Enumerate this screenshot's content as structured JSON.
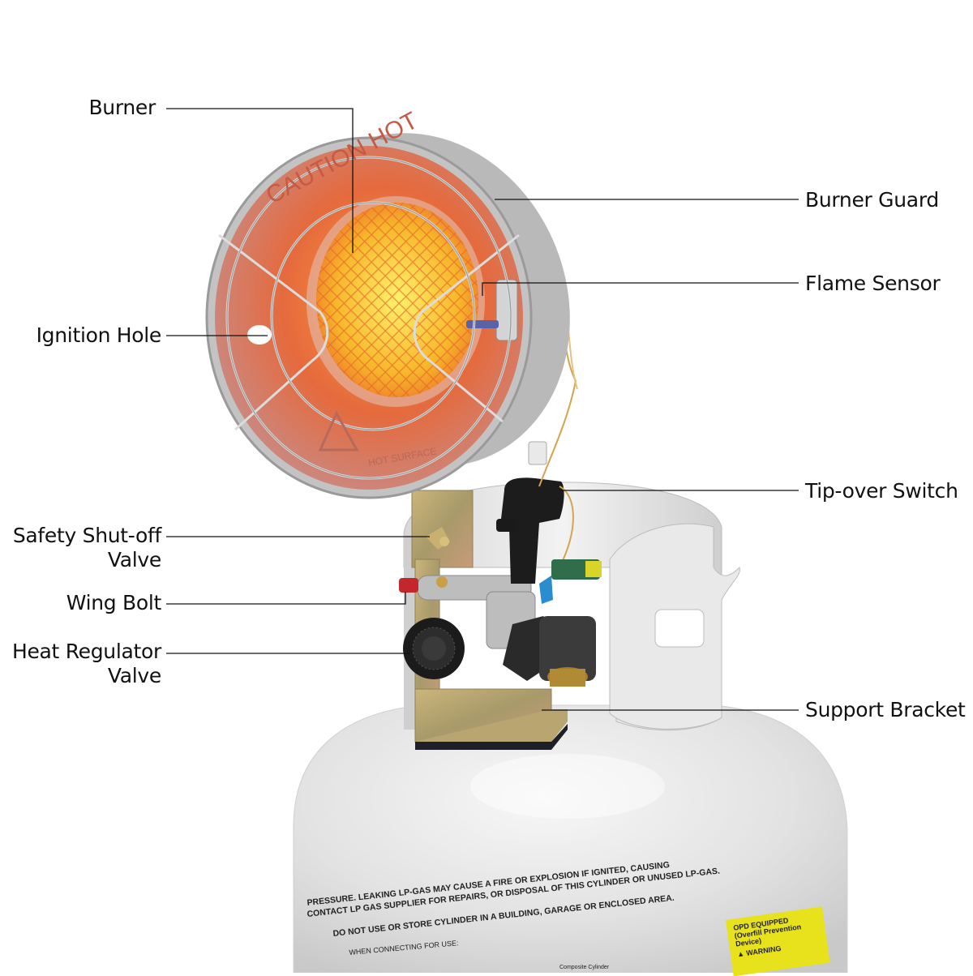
{
  "diagram": {
    "subject": "Propane tank-top radiant heater",
    "colors": {
      "background": "#ffffff",
      "label_text": "#111111",
      "leader_line": "#111111",
      "reflector": "#d86a4a",
      "burner_glow": "#f7c52a",
      "tank_body": "#e8e8e8",
      "bracket": "#b9a26a",
      "opd_label": "#e7e21b"
    },
    "callouts_left": [
      {
        "id": "burner",
        "label": "Burner"
      },
      {
        "id": "ignition-hole",
        "label": "Ignition Hole"
      },
      {
        "id": "safety-shutoff-valve",
        "label_line1": "Safety Shut-off",
        "label_line2": "Valve"
      },
      {
        "id": "wing-bolt",
        "label": "Wing Bolt"
      },
      {
        "id": "heat-regulator-valve",
        "label_line1": "Heat Regulator",
        "label_line2": "Valve"
      }
    ],
    "callouts_right": [
      {
        "id": "burner-guard",
        "label": "Burner Guard"
      },
      {
        "id": "flame-sensor",
        "label": "Flame Sensor"
      },
      {
        "id": "tip-over-switch",
        "label": "Tip-over Switch"
      },
      {
        "id": "support-bracket",
        "label": "Support Bracket"
      }
    ],
    "reflector_text": {
      "ring": "CAUTION HOT",
      "lower": "HOT SURFACE"
    },
    "tank_warning": {
      "line1": "PRESSURE. LEAKING LP-GAS MAY CAUSE A FIRE OR EXPLOSION IF IGNITED, CAUSING",
      "line2": "CONTACT LP GAS SUPPLIER FOR REPAIRS, OR DISPOSAL OF THIS CYLINDER OR UNUSED LP-GAS.",
      "line3": "DO NOT USE OR STORE CYLINDER IN A BUILDING, GARAGE OR ENCLOSED AREA.",
      "line4": "WHEN CONNECTING FOR USE:",
      "small": "Composite Cylinder"
    },
    "opd_label": {
      "title": "OPD EQUIPPED (Overfill Prevention Device)",
      "warning": "WARNING"
    }
  }
}
